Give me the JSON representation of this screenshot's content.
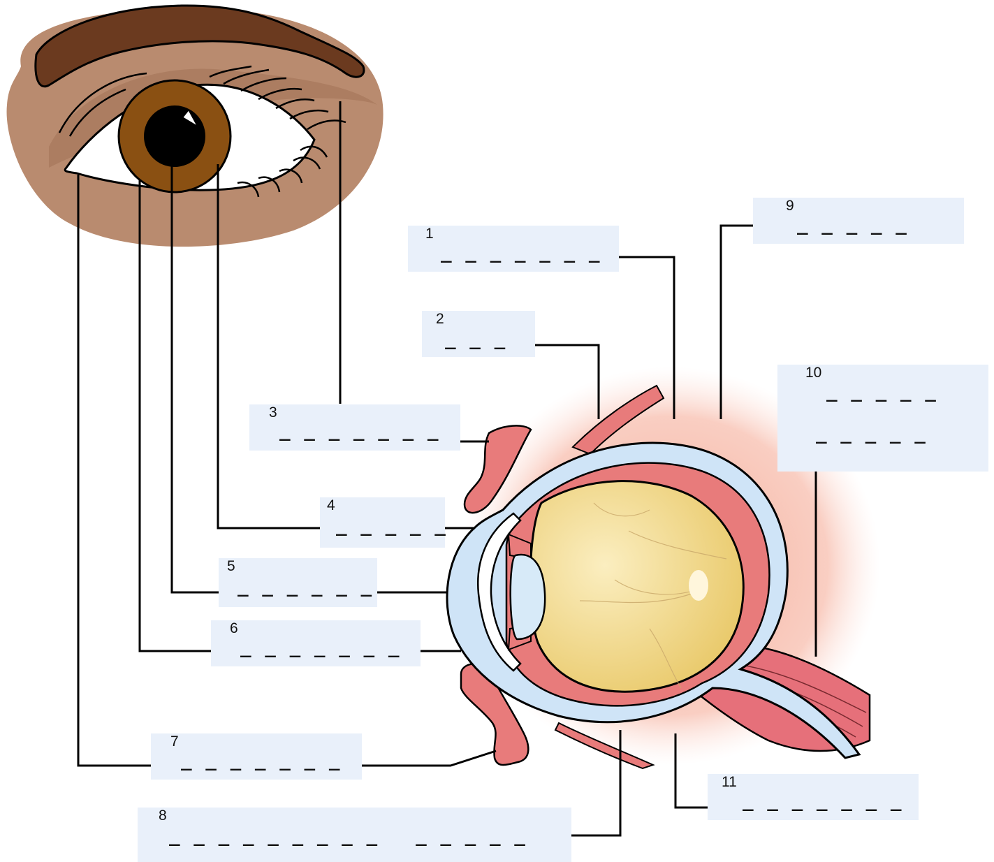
{
  "labels": [
    {
      "num": "1",
      "blank": "_ _ _ _ _ _ _"
    },
    {
      "num": "2",
      "blank": "_ _ _"
    },
    {
      "num": "3",
      "blank": "_ _ _ _ _ _ _"
    },
    {
      "num": "4",
      "blank": "_ _ _ _ _"
    },
    {
      "num": "5",
      "blank": "_ _ _ _ _ _"
    },
    {
      "num": "6",
      "blank": "_ _ _ _ _ _ _"
    },
    {
      "num": "7",
      "blank": "_ _ _ _ _ _ _"
    },
    {
      "num": "8",
      "blank": "_ _ _ _ _ _ _ _ _   _ _ _ _ _"
    },
    {
      "num": "9",
      "blank": "_ _ _ _ _"
    },
    {
      "num": "10",
      "blank": "_ _ _ _ _",
      "blank2": "_ _ _ _ _"
    },
    {
      "num": "11",
      "blank": "_ _ _ _ _ _ _"
    }
  ],
  "colors": {
    "skin": "#b98b6f",
    "skin_dark": "#a47459",
    "eyebrow": "#6b3a1f",
    "iris": "#8a5012",
    "sclera_outline": "#6a9fd0",
    "sclera_fill": "#cfe4f7",
    "choroid": "#e87b7b",
    "vitreous": "#f0d98a",
    "muscle": "#e6707a",
    "label_box": "#e9f0fa"
  }
}
